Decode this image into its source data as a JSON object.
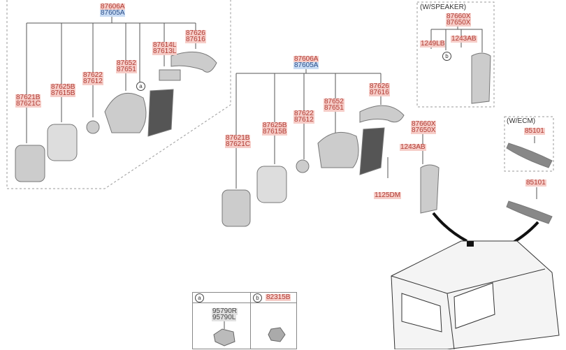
{
  "left_group": {
    "assembly": [
      "87606A",
      "87605A"
    ],
    "cover": [
      "87626",
      "87616"
    ],
    "lamp": [
      "87614L",
      "87613L"
    ],
    "housing": [
      "87652",
      "87651"
    ],
    "actuator": [
      "87622",
      "87612"
    ],
    "frame": [
      "87625B",
      "87615B"
    ],
    "glass": [
      "87621B",
      "87621C"
    ],
    "callout": "a"
  },
  "mid_group": {
    "assembly": [
      "87606A",
      "87605A"
    ],
    "cover": [
      "87626",
      "87616"
    ],
    "housing": [
      "87652",
      "87651"
    ],
    "actuator": [
      "87622",
      "87612"
    ],
    "frame": [
      "87625B",
      "87615B"
    ],
    "glass": [
      "87621B",
      "87621C"
    ],
    "garnish": [
      "87660X",
      "87650X"
    ],
    "screw": "1243AB",
    "bolt": "1125DM"
  },
  "speaker_box": {
    "title": "(W/SPEAKER)",
    "garnish": [
      "87660X",
      "87650X"
    ],
    "screw1": "1249LB",
    "screw2": "1243AB",
    "callout": "b"
  },
  "ecm_box": {
    "title": "(W/ECM)",
    "mirror": "85101"
  },
  "inside_mirror": "85101",
  "table": {
    "a_label": "a",
    "a_parts": [
      "95790R",
      "95790L"
    ],
    "b_label": "b",
    "b_part": "82315B"
  },
  "colors": {
    "part_label_bg": "#f6cdc8",
    "assembly_alt_bg": "#c9dcf4"
  }
}
